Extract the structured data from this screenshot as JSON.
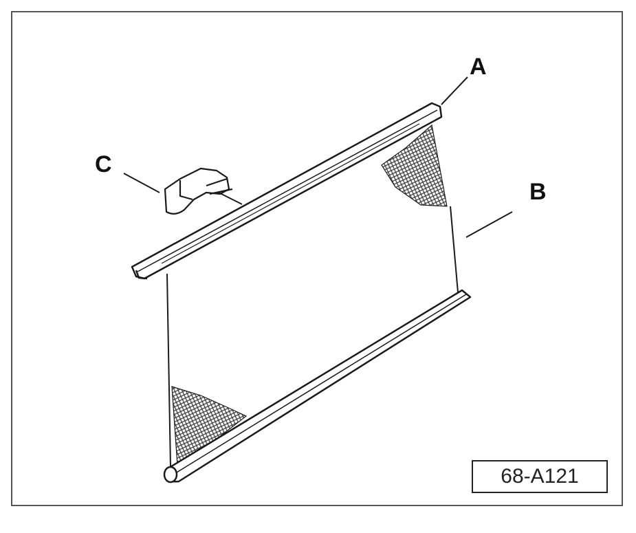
{
  "callouts": {
    "a": "A",
    "b": "B",
    "c": "C"
  },
  "figure_id": "68-A121",
  "colors": {
    "line": "#1a1a1a",
    "frame": "#555555",
    "mesh": "#3a3a3a"
  }
}
